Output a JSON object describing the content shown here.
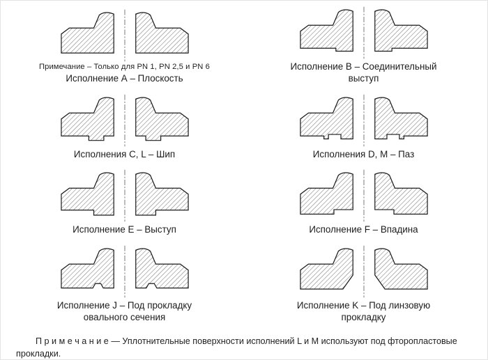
{
  "page": {
    "figures": [
      {
        "id": "A",
        "face_type": "flat",
        "note": "Примечание – Только для PN 1, PN 2,5 и PN 6",
        "caption": "Исполнение А – Плоскость"
      },
      {
        "id": "B",
        "face_type": "raised",
        "caption": "Исполнение В – Соединительный выступ"
      },
      {
        "id": "CL",
        "face_type": "tongue",
        "caption": "Исполнения C, L – Шип"
      },
      {
        "id": "DM",
        "face_type": "groove",
        "caption": "Исполнения D, M – Паз"
      },
      {
        "id": "E",
        "face_type": "spigot",
        "caption": "Исполнение Е – Выступ"
      },
      {
        "id": "F",
        "face_type": "recess",
        "caption": "Исполнение F – Впадина"
      },
      {
        "id": "J",
        "face_type": "oval_gasket",
        "caption": "Исполнение J – Под прокладку овального сечения"
      },
      {
        "id": "K",
        "face_type": "lens_gasket",
        "caption": "Исполнение K – Под линзовую прокладку"
      }
    ],
    "footnote_label": "П р и м е ч а н и е ",
    "footnote_text": "— Уплотнительные поверхности исполнений L и М используют под фторопластовые прокладки.",
    "colors": {
      "line": "#1a1a1a",
      "hatch": "#4a4a4a",
      "centerline": "#333333",
      "background": "#ffffff"
    }
  }
}
